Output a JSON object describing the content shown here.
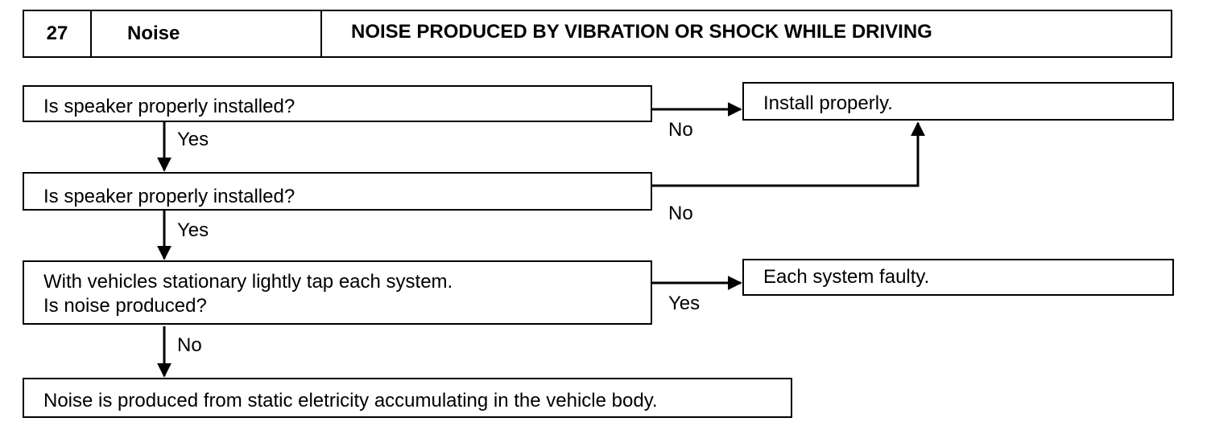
{
  "header": {
    "number": "27",
    "category": "Noise",
    "title": "NOISE PRODUCED BY VIBRATION OR SHOCK WHILE DRIVING"
  },
  "steps": {
    "q1": "Is speaker properly installed?",
    "q2": "Is speaker properly installed?",
    "q3_line1": "With vehicles stationary lightly tap each system.",
    "q3_line2": "Is noise produced?",
    "result_install": "Install properly.",
    "result_faulty": "Each system faulty.",
    "result_static": "Noise is produced from static eletricity accumulating in the vehicle body."
  },
  "branches": {
    "q1_yes": "Yes",
    "q1_no": "No",
    "q2_yes": "Yes",
    "q2_no": "No",
    "q3_yes": "Yes",
    "q3_no": "No"
  }
}
